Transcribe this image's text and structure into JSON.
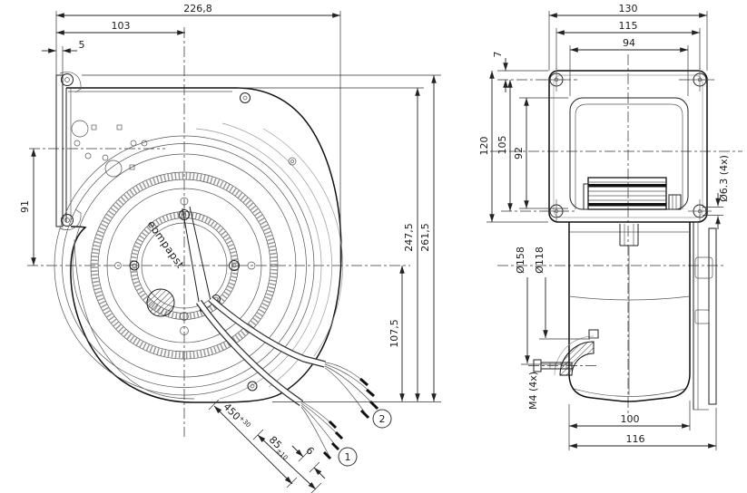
{
  "drawing": {
    "title": "centrifugal-blower-dimension-drawing",
    "front": {
      "dim_total_width": "226,8",
      "dim_inlet_x": "103",
      "dim_plate": "5",
      "dim_axis_y": "91",
      "dim_total_height": "261,5",
      "dim_housing_height": "247,5",
      "dim_axis_height": "107,5",
      "brand": "ebmpapst",
      "cable": {
        "length": "450",
        "length_tol": "+30",
        "strip": "85",
        "strip_tol": "±10",
        "tip": "6",
        "label_cable1": "1",
        "label_cable2": "2"
      }
    },
    "side": {
      "dim_flange_w": "130",
      "dim_holes_x": "115",
      "dim_window_w": "94",
      "dim_hole_edge": "7",
      "dim_flange_h": "120",
      "dim_holes_y": "105",
      "dim_window_h": "92",
      "dim_hole_dia": "Ø6.3 (4x)",
      "dim_inlet_outer": "Ø158",
      "dim_inlet_inner": "Ø118",
      "dim_screw": "M4 (4x)",
      "dim_depth": "100",
      "dim_total_depth": "116"
    }
  }
}
